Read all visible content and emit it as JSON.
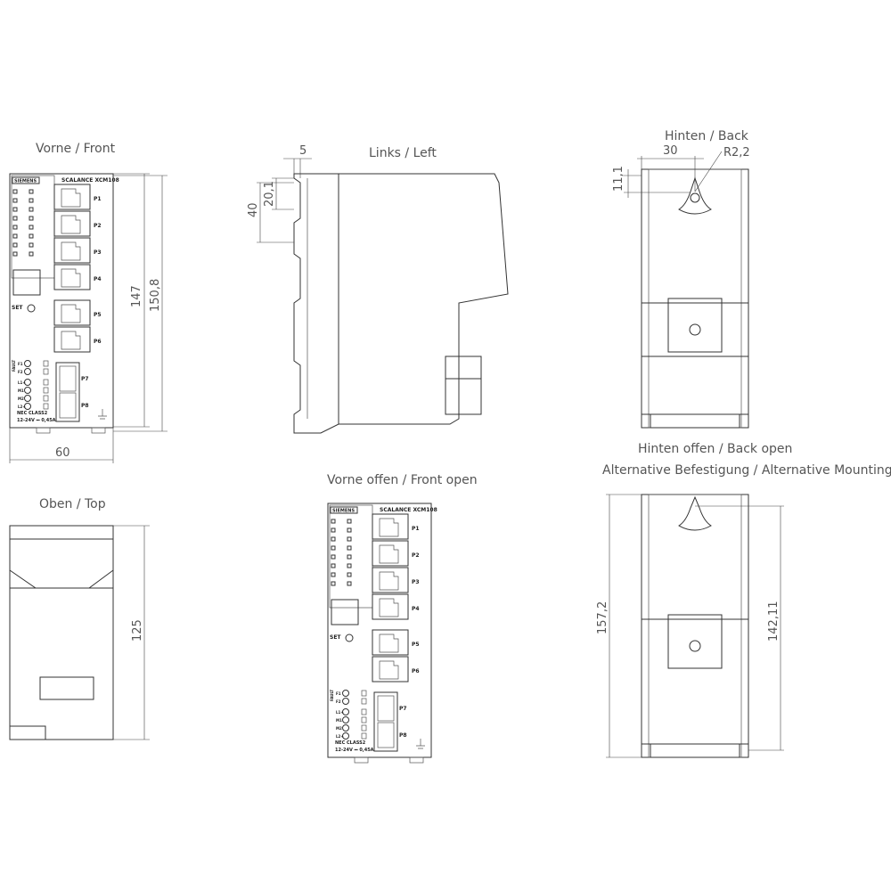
{
  "views": {
    "front": "Vorne / Front",
    "left": "Links / Left",
    "back": "Hinten / Back",
    "top": "Oben / Top",
    "front_open": "Vorne offen / Front open",
    "back_open": "Hinten offen / Back open",
    "alt_mounting": "Alternative Befestigung / Alternative Mounting"
  },
  "dimensions": {
    "front_height_inner": "147",
    "front_height_outer": "150,8",
    "front_width": "60",
    "left_5": "5",
    "left_20_1": "20,1",
    "left_40": "40",
    "back_30": "30",
    "back_radius": "R2,2",
    "back_11_1": "11,1",
    "top_depth": "125",
    "alt_157_2": "157,2",
    "alt_142_11": "142,11"
  },
  "device": {
    "brand": "SIEMENS",
    "model": "SCALANCE XCM108",
    "ports": [
      "P1",
      "P2",
      "P3",
      "P4",
      "P5",
      "P6",
      "P7",
      "P8"
    ],
    "set_label": "SET",
    "fault_label": "FAULT",
    "terminal_labels": [
      "F1",
      "F2",
      "L1+",
      "M1",
      "M2",
      "L2+"
    ],
    "rating_1": "NEC CLASS2",
    "rating_2": "12-24V ⎓ 0,45A"
  }
}
